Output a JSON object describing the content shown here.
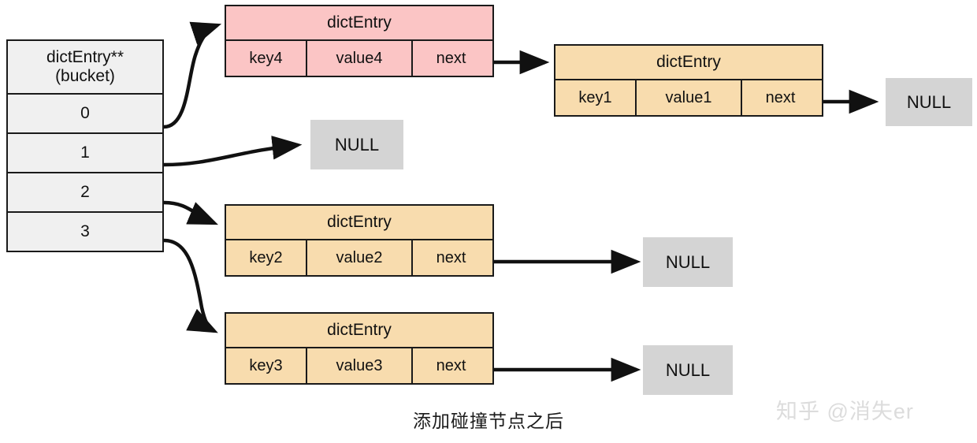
{
  "diagram": {
    "caption": "添加碰撞节点之后",
    "watermark": "知乎 @消失er",
    "colors": {
      "pink_node": "#fbc5c5",
      "orange_node": "#f8dcae",
      "null_box": "#d4d4d4",
      "bucket_cell": "#f0f0f0",
      "stroke": "#1a1a1a"
    }
  },
  "bucket": {
    "header_line1": "dictEntry**",
    "header_line2": "(bucket)",
    "cells": [
      {
        "index": "0"
      },
      {
        "index": "1"
      },
      {
        "index": "2"
      },
      {
        "index": "3"
      }
    ]
  },
  "nodes": [
    {
      "id": "node-key4",
      "title": "dictEntry",
      "key": "key4",
      "value": "value4",
      "next": "next",
      "color": "pink"
    },
    {
      "id": "node-key1",
      "title": "dictEntry",
      "key": "key1",
      "value": "value1",
      "next": "next",
      "color": "orange"
    },
    {
      "id": "node-key2",
      "title": "dictEntry",
      "key": "key2",
      "value": "value2",
      "next": "next",
      "color": "orange"
    },
    {
      "id": "node-key3",
      "title": "dictEntry",
      "key": "key3",
      "value": "value3",
      "next": "next",
      "color": "orange"
    }
  ],
  "null_boxes": [
    {
      "id": "null-bucket1",
      "label": "NULL"
    },
    {
      "id": "null-key1",
      "label": "NULL"
    },
    {
      "id": "null-key2",
      "label": "NULL"
    },
    {
      "id": "null-key3",
      "label": "NULL"
    }
  ]
}
